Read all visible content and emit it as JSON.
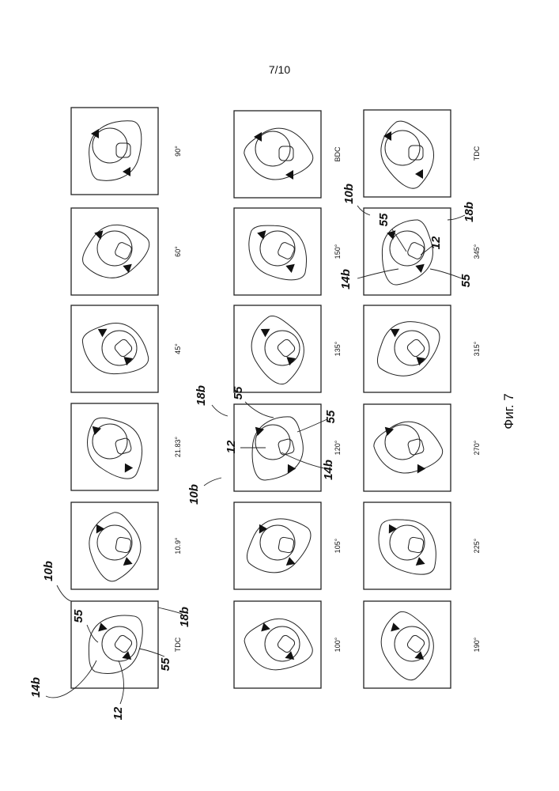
{
  "page_number": "7/10",
  "figure_caption": "Фиг. 7",
  "columns": [
    {
      "column": "right",
      "panels": [
        "90°",
        "60°",
        "45°",
        "21.83°",
        "10.9°",
        "TDC"
      ]
    },
    {
      "column": "middle",
      "panels": [
        "BDC",
        "150°",
        "135°",
        "120°",
        "105°",
        "100°"
      ]
    },
    {
      "column": "left",
      "panels": [
        "TDC",
        "345°",
        "315°",
        "270°",
        "225°",
        "190°"
      ]
    }
  ],
  "reference_labels": {
    "detail_10b": "10b",
    "detail_18b": "18b",
    "detail_14b": "14b",
    "detail_12": "12",
    "detail_55": "55"
  }
}
